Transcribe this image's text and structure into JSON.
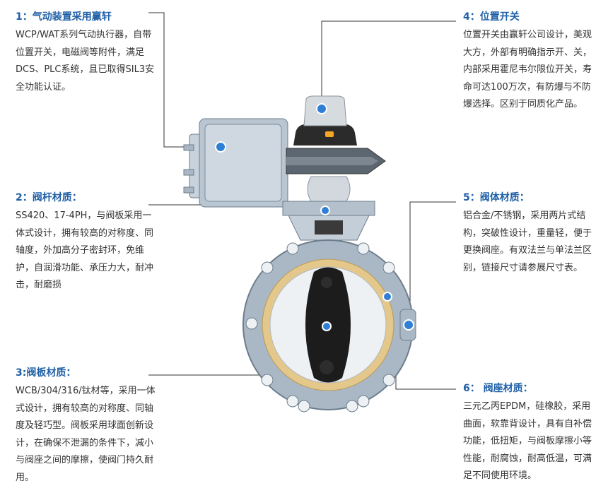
{
  "callouts": {
    "c1": {
      "title": "1：气动装置采用赢轩",
      "body": "WCP/WAT系列气动执行器，自带位置开关，电磁阀等附件，满足DCS、PLC系统，且已取得SIL3安全功能认证。"
    },
    "c2": {
      "title": "2：阀杆材质：",
      "body": "SS420、17-4PH，与阀板采用一体式设计，拥有较高的对称度、同轴度，外加高分子密封环，免维护，自润滑功能、承压力大，耐冲击，耐磨损"
    },
    "c3": {
      "title": "3:阀板材质：",
      "body": "WCB/304/316/钛材等，采用一体式设计，拥有较高的对称度、同轴度及轻巧型。阀板采用球面创新设计，在确保不泄漏的条件下，减小与阀座之间的摩擦，使阀门持久耐用。"
    },
    "c4": {
      "title": "4：位置开关",
      "body": "位置开关由赢轩公司设计，美观大方，外部有明确指示开、关，内部采用霍尼韦尔限位开关，寿命可达100万次，有防爆与不防爆选择。区别于同质化产品。"
    },
    "c5": {
      "title": "5：阀体材质：",
      "body": "铝合金/不锈钢，采用两片式结构，突破性设计，重量轻，便于更换阀座。有双法兰与单法兰区别，链接尺寸请参展尺寸表。"
    },
    "c6": {
      "title": "6： 阀座材质：",
      "body": "三元乙丙EPDM，硅橡胶，采用曲面，软靠背设计，具有自补偿功能，低扭矩，与阀板摩擦小等性能，耐腐蚀，耐高低温，可满足不同使用环境。"
    }
  },
  "colors": {
    "accent": "#1f5fa6",
    "marker": "#2f7fd6",
    "line": "#333333",
    "body_metal": "#a9b7c6",
    "seat": "#e4c78a",
    "disc": "#1c1c1c"
  }
}
